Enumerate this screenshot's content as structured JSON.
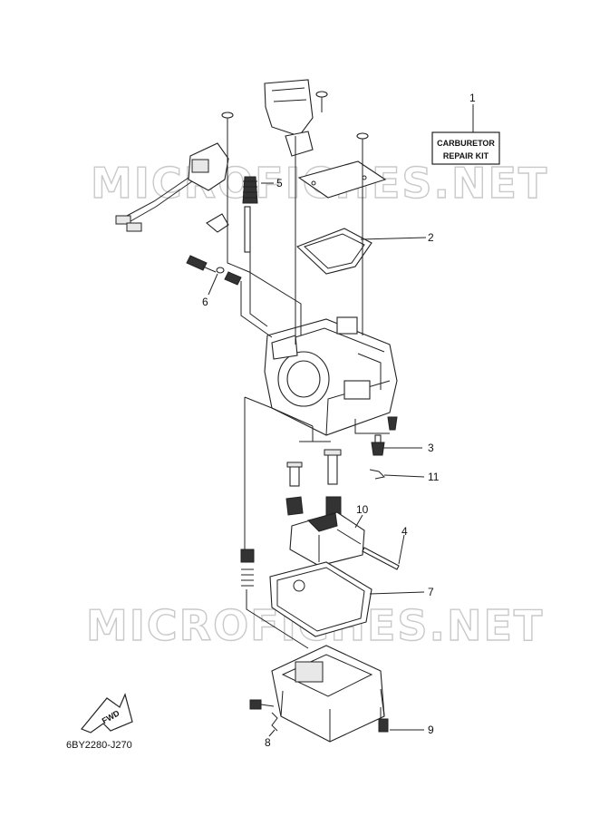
{
  "watermark": "MICROFICHES.NET",
  "repair_kit": {
    "line1": "CARBURETOR",
    "line2": "REPAIR KIT"
  },
  "fwd_label": "FWD",
  "diagram_code": "6BY2280-J270",
  "callouts": {
    "c1": "1",
    "c2": "2",
    "c3": "3",
    "c4": "4",
    "c5": "5",
    "c6": "6",
    "c7": "7",
    "c8": "8",
    "c9": "9",
    "c10": "10",
    "c11": "11"
  }
}
